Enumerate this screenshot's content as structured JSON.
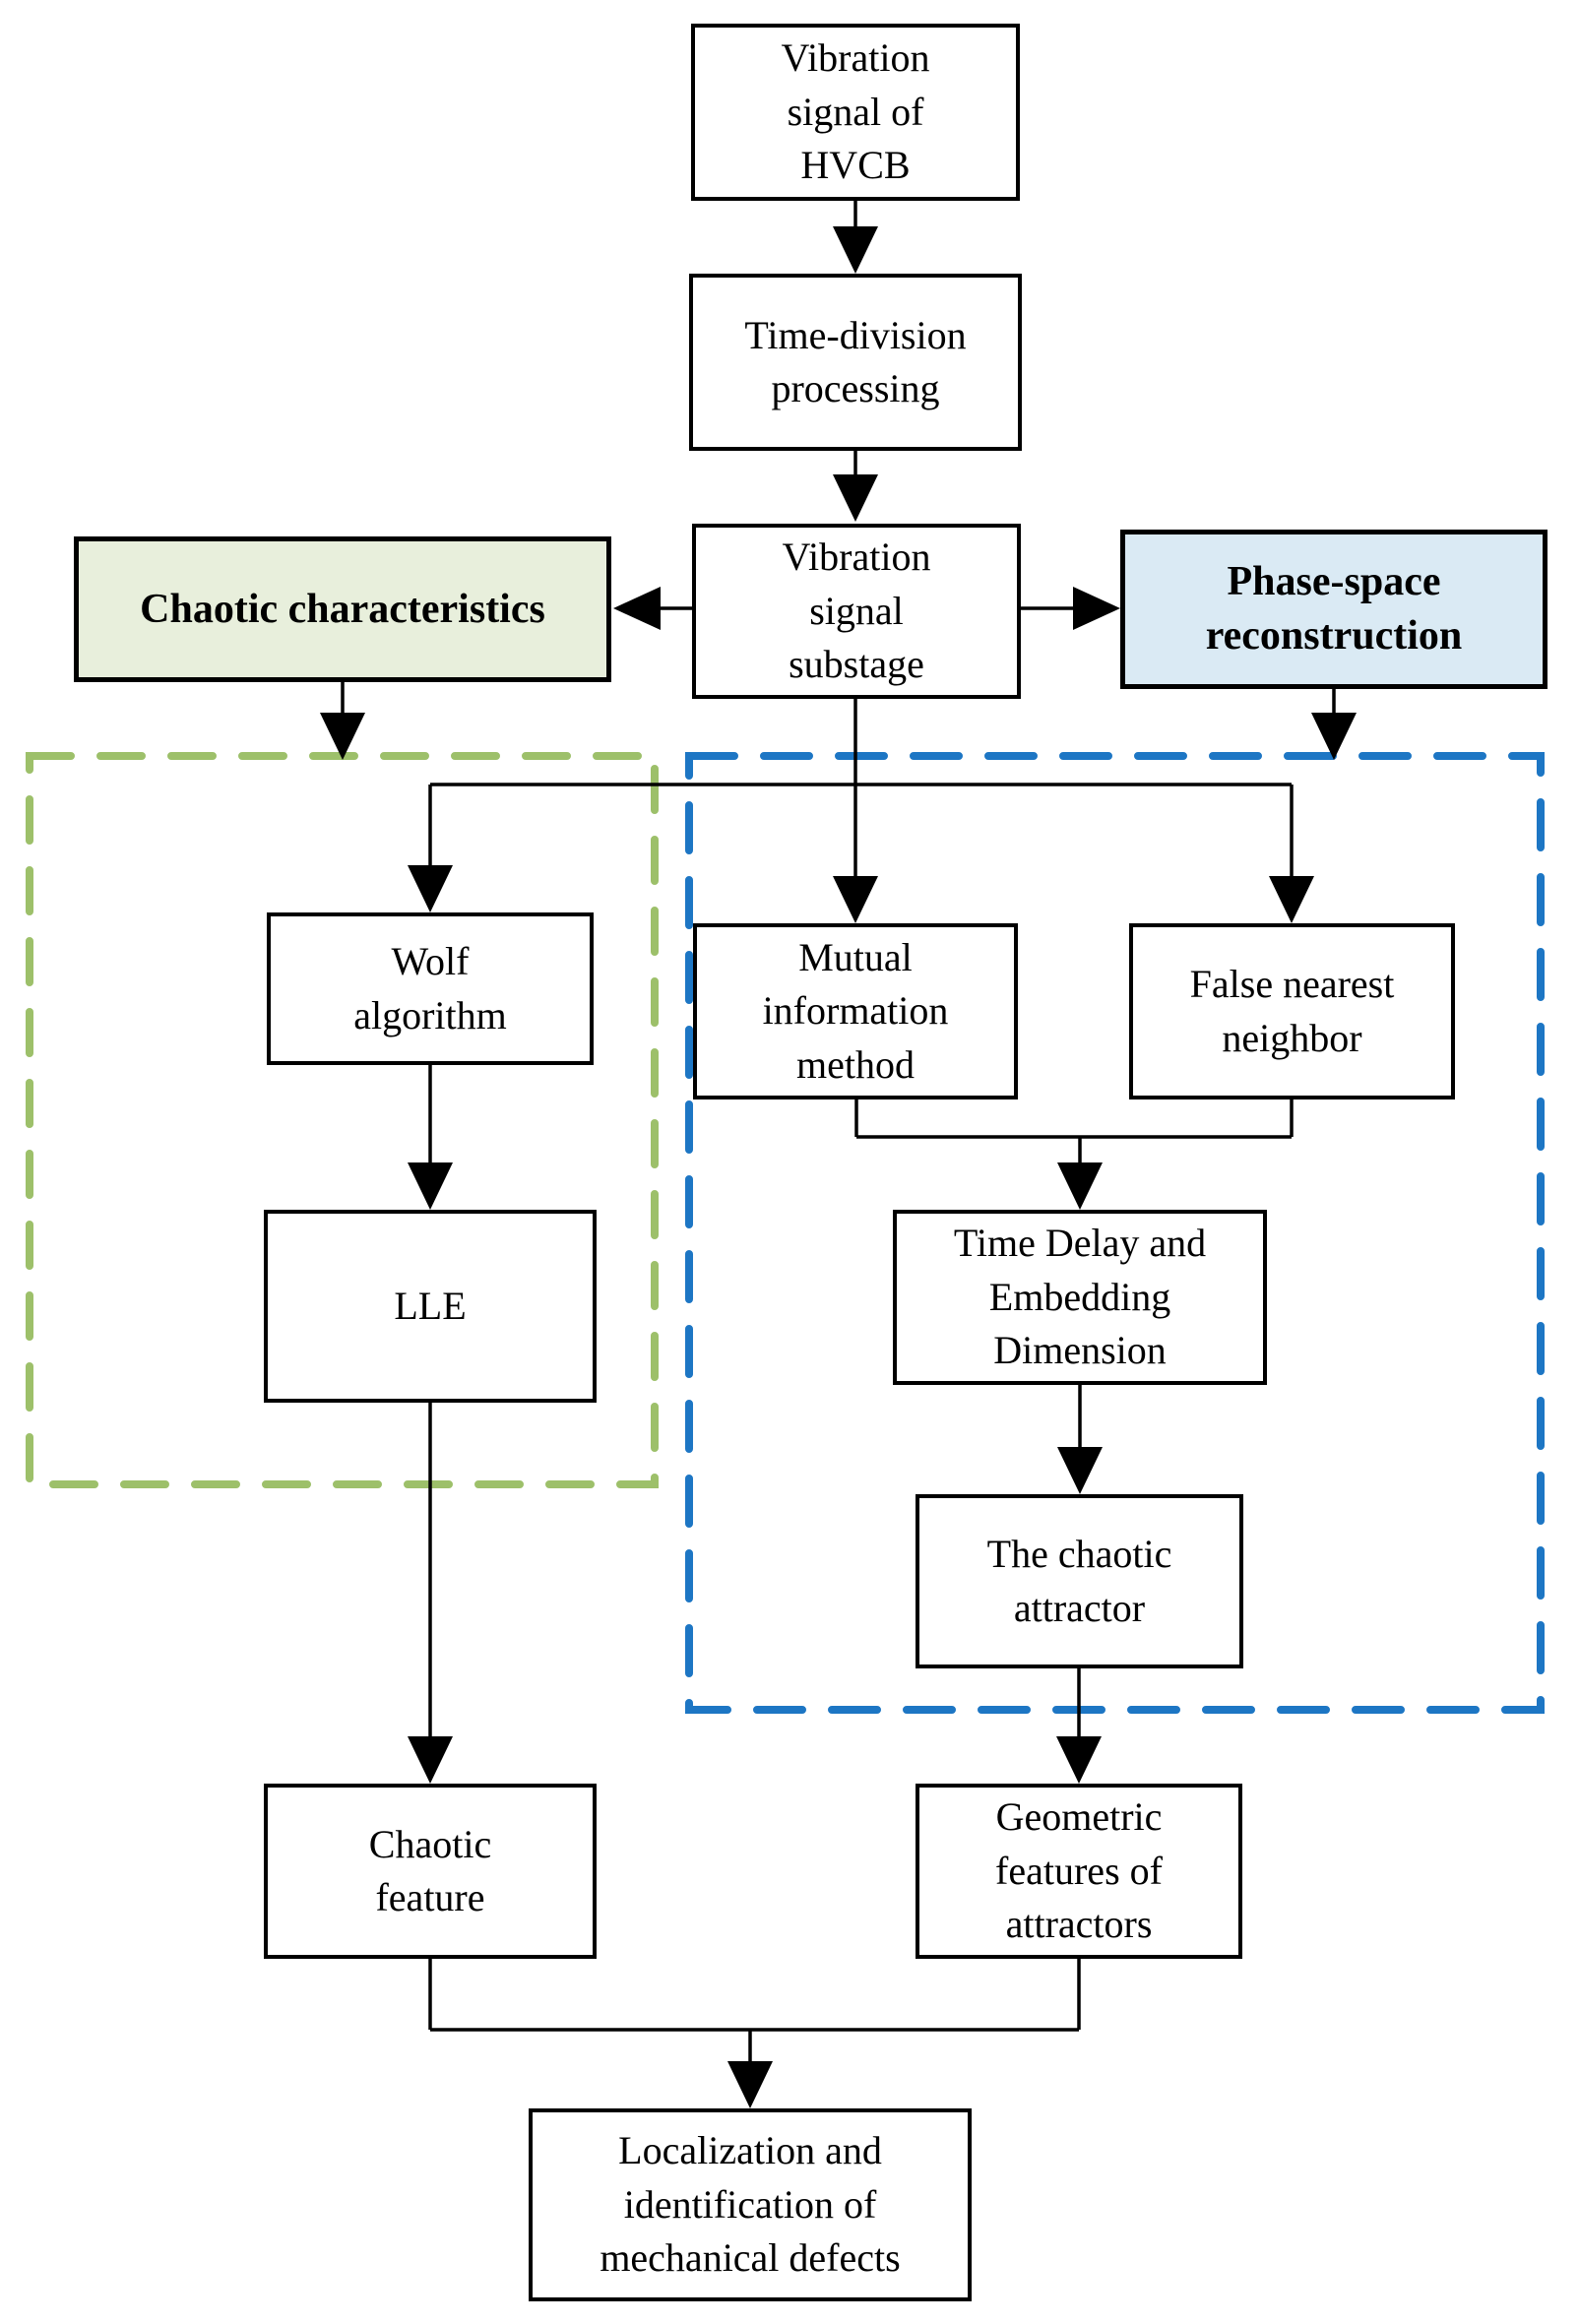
{
  "diagram": {
    "nodes": {
      "vibration_signal": {
        "label": "Vibration\nsignal of\nHVCB"
      },
      "time_division": {
        "label": "Time-division\nprocessing"
      },
      "substage": {
        "label": "Vibration\nsignal\nsubstage"
      },
      "chaotic_characteristics": {
        "label": "Chaotic characteristics"
      },
      "phase_space": {
        "label": "Phase-space\nreconstruction"
      },
      "wolf": {
        "label": "Wolf\nalgorithm"
      },
      "lle": {
        "label": "LLE"
      },
      "mutual": {
        "label": "Mutual\ninformation\nmethod"
      },
      "false_nearest": {
        "label": "False nearest\nneighbor"
      },
      "time_delay": {
        "label": "Time Delay and\nEmbedding\nDimension"
      },
      "attractor": {
        "label": "The chaotic\nattractor"
      },
      "chaotic_feature": {
        "label": "Chaotic\nfeature"
      },
      "geometric": {
        "label": "Geometric\nfeatures of\nattractors"
      },
      "localization": {
        "label": "Localization and\nidentification of\nmechanical defects"
      }
    },
    "colors": {
      "chaotic_fill": "#e8efdc",
      "phase_fill": "#daeaf4",
      "green_dash": "#9dc06a",
      "blue_dash": "#1d76c4",
      "line": "#000000"
    }
  }
}
